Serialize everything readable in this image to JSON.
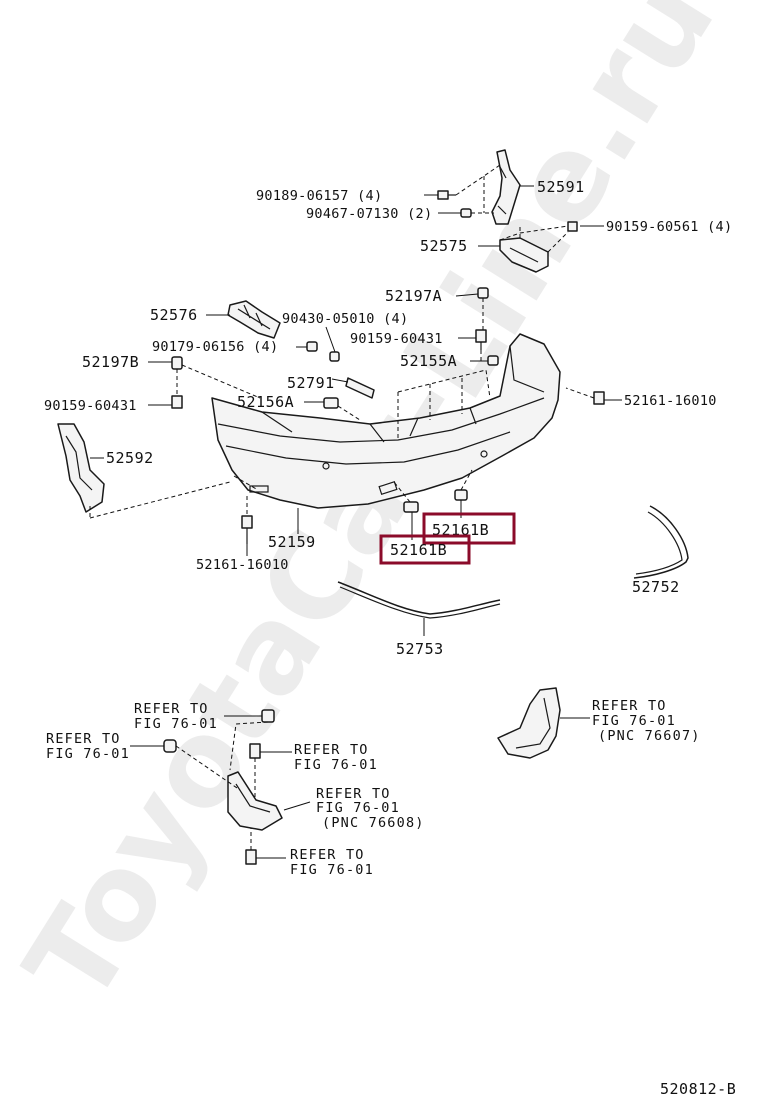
{
  "watermark": "ToyotaCar-Line.ru",
  "figure_code": "520812-B",
  "labels": {
    "p52591": "52591",
    "p90189": "90189-06157 (4)",
    "p90467": "90467-07130 (2)",
    "p52575": "52575",
    "p90159_60561": "90159-60561 (4)",
    "p52197a": "52197A",
    "p52576": "52576",
    "p90430": "90430-05010 (4)",
    "p90179": "90179-06156 (4)",
    "p90159_60431_r": "90159-60431",
    "p52197b": "52197B",
    "p52155a": "52155A",
    "p52791": "52791",
    "p90159_60431_l": "90159-60431",
    "p52156a": "52156A",
    "p52161_16010_r": "52161-16010",
    "p52592": "52592",
    "p52161b_upper": "52161B",
    "p52161b_lower": "52161B",
    "p52159": "52159",
    "p52161_16010_l": "52161-16010",
    "p52752": "52752",
    "p52753": "52753"
  },
  "refs": {
    "r1": {
      "l1": "REFER TO",
      "l2": "FIG 76-01"
    },
    "r2": {
      "l1": "REFER TO",
      "l2": "FIG 76-01"
    },
    "r3": {
      "l1": "REFER TO",
      "l2": "FIG 76-01"
    },
    "r4": {
      "l1": "REFER TO",
      "l2": "FIG 76-01",
      "l3": "(PNC 76608)"
    },
    "r5": {
      "l1": "REFER TO",
      "l2": "FIG 76-01"
    },
    "r6": {
      "l1": "REFER TO",
      "l2": "FIG 76-01",
      "l3": "(PNC 76607)"
    }
  },
  "highlight_color": "#8b0b2a"
}
